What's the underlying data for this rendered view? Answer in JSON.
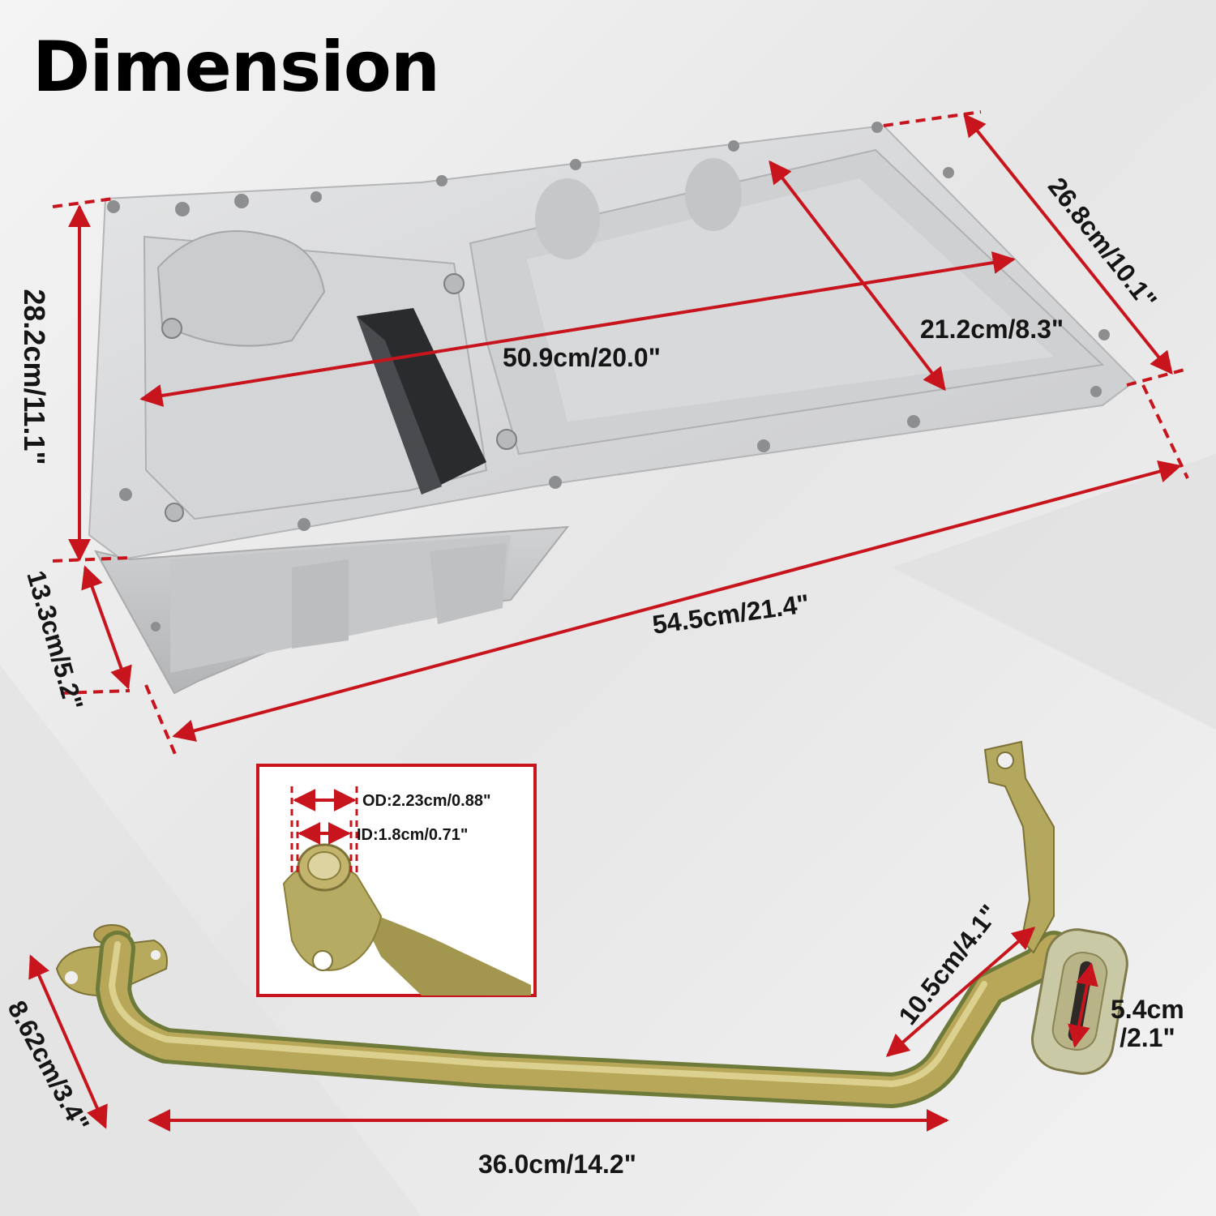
{
  "header": {
    "title": "Dimension"
  },
  "oil_pan": {
    "length_inner": "50.9cm/20.0\"",
    "width_inner": "21.2cm/8.3\"",
    "width_outer": "26.8cm/10.1\"",
    "height_side": "28.2cm/11.1\"",
    "depth": "13.3cm/5.2\"",
    "length_outer": "54.5cm/21.4\""
  },
  "inset": {
    "od": "OD:2.23cm/0.88\"",
    "id": "ID:1.8cm/0.71\""
  },
  "pickup_tube": {
    "flange_height": "8.62cm/3.4\"",
    "length": "36.0cm/14.2\"",
    "rise": "10.5cm/4.1\"",
    "screen_a": "5.4cm",
    "screen_b": "/2.1\""
  },
  "colors": {
    "dimension_red": "#c8141c",
    "aluminum": "#d9dadb",
    "tube": "#b9a85a"
  }
}
